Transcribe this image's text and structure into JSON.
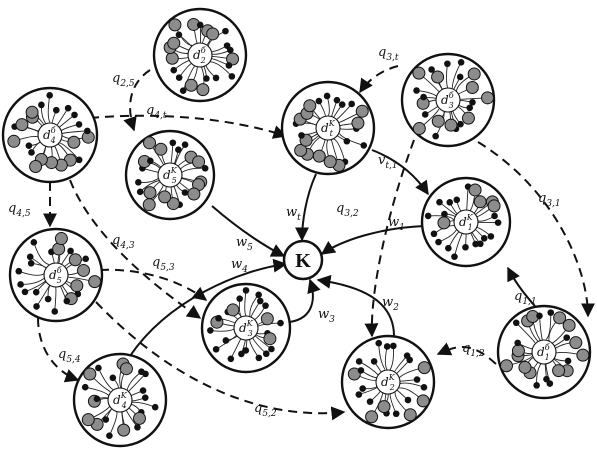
{
  "center": {
    "label": "K"
  },
  "nodes": [
    {
      "id": "d2_6",
      "sym": "d",
      "sub": "2",
      "sup": "б"
    },
    {
      "id": "d4_6",
      "sym": "d",
      "sub": "4",
      "sup": "б"
    },
    {
      "id": "d5_K",
      "sym": "d",
      "sub": "5",
      "sup": "K"
    },
    {
      "id": "dt_K",
      "sym": "d",
      "sub": "t",
      "sup": "K"
    },
    {
      "id": "d3_6",
      "sym": "d",
      "sub": "3",
      "sup": "б"
    },
    {
      "id": "d1_K",
      "sym": "d",
      "sub": "1",
      "sup": "K"
    },
    {
      "id": "d5_6",
      "sym": "d",
      "sub": "5",
      "sup": "б"
    },
    {
      "id": "d3_K",
      "sym": "d",
      "sub": "3",
      "sup": "K"
    },
    {
      "id": "d4_K",
      "sym": "d",
      "sub": "4",
      "sup": "K"
    },
    {
      "id": "d2_K",
      "sym": "d",
      "sub": "2",
      "sup": "K"
    },
    {
      "id": "d1_6",
      "sym": "d",
      "sub": "1",
      "sup": "б"
    }
  ],
  "edge_labels": {
    "q25": {
      "main": "q",
      "sub": "2,5"
    },
    "q4t": {
      "main": "q",
      "sub": "4,t"
    },
    "q3t": {
      "main": "q",
      "sub": "3,t"
    },
    "q45": {
      "main": "q",
      "sub": "4,5"
    },
    "q43": {
      "main": "q",
      "sub": "4,3"
    },
    "q53": {
      "main": "q",
      "sub": "5,3"
    },
    "q32": {
      "main": "q",
      "sub": "3,2"
    },
    "q31": {
      "main": "q",
      "sub": "3,1"
    },
    "q11": {
      "main": "q",
      "sub": "1,1"
    },
    "q12": {
      "main": "q",
      "sub": "1,2"
    },
    "q54": {
      "main": "q",
      "sub": "5,4"
    },
    "q52": {
      "main": "q",
      "sub": "5,2"
    },
    "vt1": {
      "main": "v",
      "sub": "t,1"
    },
    "wt": {
      "main": "w",
      "sub": "t"
    },
    "w1": {
      "main": "w",
      "sub": "1"
    },
    "w5": {
      "main": "w",
      "sub": "5"
    },
    "w4": {
      "main": "w",
      "sub": "4"
    },
    "w3": {
      "main": "w",
      "sub": "3"
    },
    "w2": {
      "main": "w",
      "sub": "2"
    }
  }
}
